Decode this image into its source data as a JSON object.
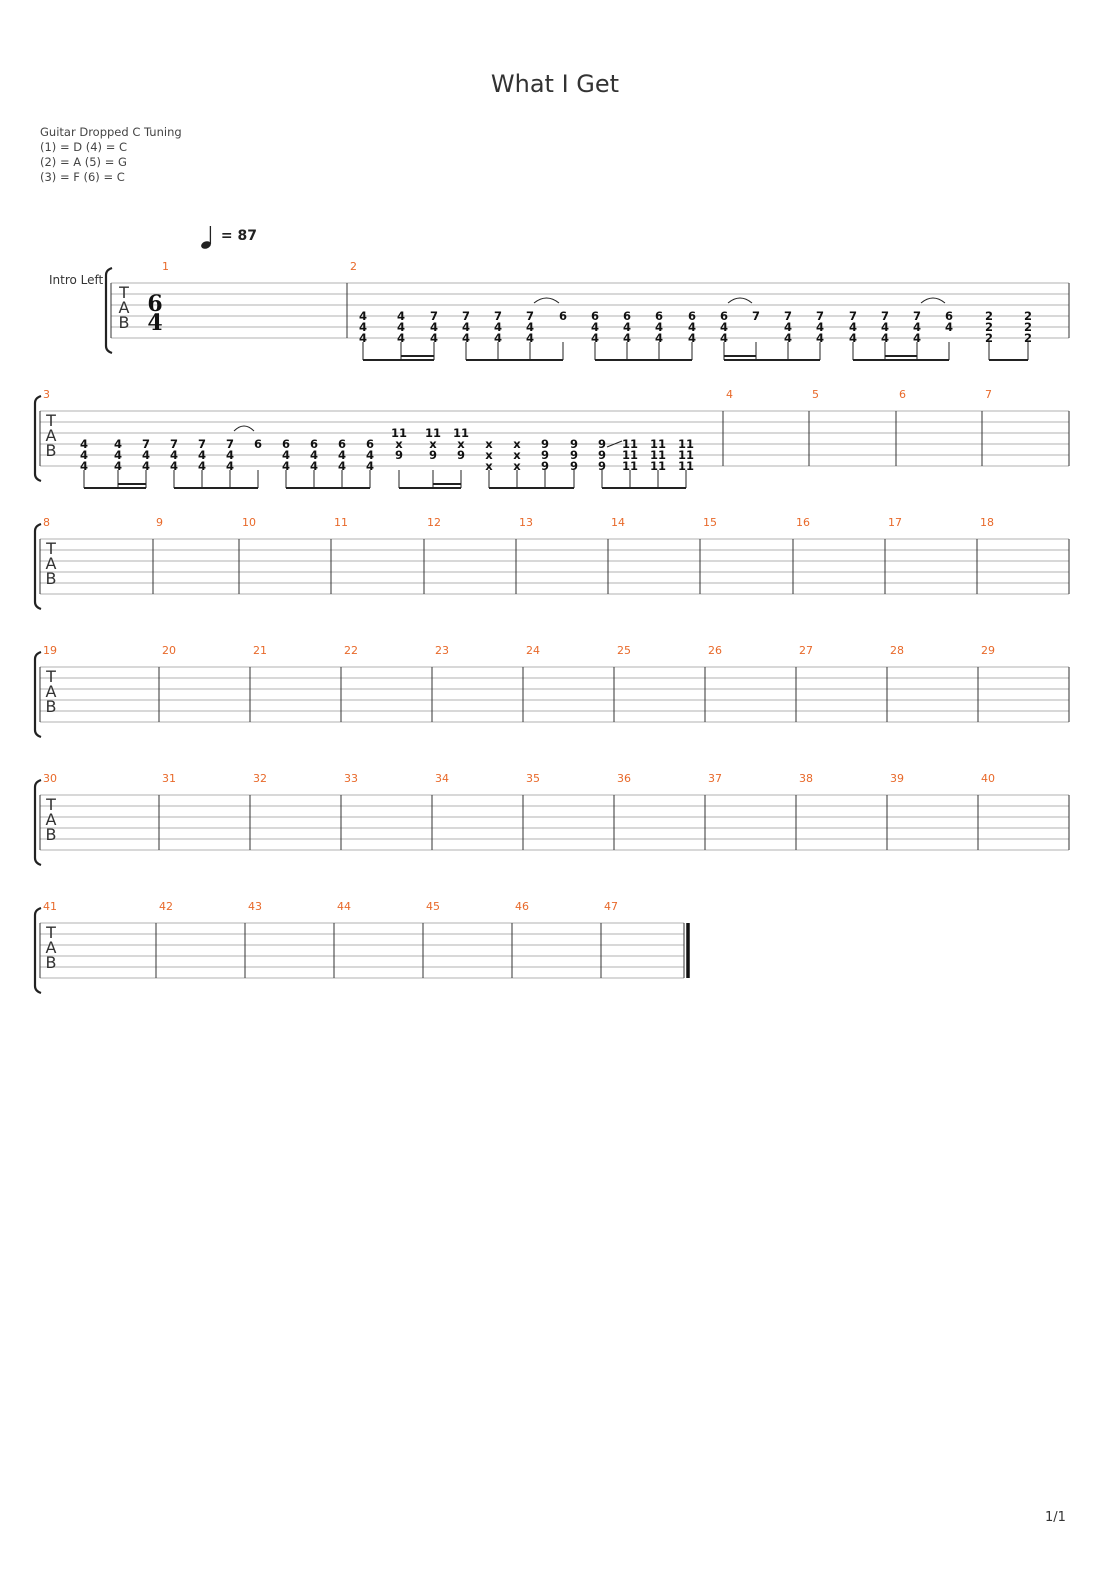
{
  "title": "What I Get",
  "tuning": {
    "instrument": "Guitar Dropped C Tuning",
    "lines": [
      "(1) = D (4) = C",
      "(2) = A (5) = G",
      "(3) = F  (6) = C"
    ]
  },
  "tempo": {
    "bpm": "87"
  },
  "track_label": "Intro Left",
  "time_signature": {
    "top": "6",
    "bottom": "4"
  },
  "tab_letters": [
    "T",
    "A",
    "B"
  ],
  "page_number": "1/1",
  "colors": {
    "measure_number": "#e8692a",
    "staff_line": "#999999",
    "text": "#222222"
  },
  "systems": [
    {
      "first_measure": 1,
      "measures": [
        {
          "number": "1",
          "notes": []
        },
        {
          "number": "2",
          "notes": [
            [
              "4",
              "4",
              "4"
            ],
            [
              "4",
              "4",
              "4"
            ],
            [
              "7",
              "4",
              "4"
            ],
            [
              "7",
              "4",
              "4"
            ],
            [
              "7",
              "4",
              "4"
            ],
            [
              "7",
              "4",
              "4"
            ],
            [
              "6",
              "",
              ""
            ],
            [
              "6",
              "4",
              "4"
            ],
            [
              "6",
              "4",
              "4"
            ],
            [
              "6",
              "4",
              "4"
            ],
            [
              "6",
              "4",
              "4"
            ],
            [
              "6",
              "4",
              "4"
            ],
            [
              "7",
              "",
              ""
            ],
            [
              "7",
              "4",
              "4"
            ],
            [
              "7",
              "4",
              "4"
            ],
            [
              "7",
              "4",
              "4"
            ],
            [
              "7",
              "4",
              "4"
            ],
            [
              "7",
              "4",
              "4"
            ],
            [
              "6",
              "4",
              ""
            ],
            [
              "2",
              "2",
              "2"
            ],
            [
              "2",
              "2",
              "2"
            ]
          ]
        }
      ]
    },
    {
      "first_measure": 3,
      "measures": [
        {
          "number": "3",
          "notes": [
            [
              "4",
              "4",
              "4"
            ],
            [
              "4",
              "4",
              "4"
            ],
            [
              "7",
              "4",
              "4"
            ],
            [
              "7",
              "4",
              "4"
            ],
            [
              "7",
              "4",
              "4"
            ],
            [
              "7",
              "4",
              "4"
            ],
            [
              "6",
              "",
              ""
            ],
            [
              "6",
              "4",
              "4"
            ],
            [
              "6",
              "4",
              "4"
            ],
            [
              "6",
              "4",
              "4"
            ],
            [
              "6",
              "4",
              "4"
            ],
            [
              "11",
              "x",
              "9"
            ],
            [
              "11",
              "x",
              "9"
            ],
            [
              "11",
              "x",
              "9"
            ],
            [
              "x",
              "x",
              "x"
            ],
            [
              "x",
              "x",
              "x"
            ],
            [
              "9",
              "9",
              "9"
            ],
            [
              "9",
              "9",
              "9"
            ],
            [
              "9",
              "9",
              "9"
            ],
            [
              "11",
              "11",
              "11"
            ],
            [
              "11",
              "11",
              "11"
            ],
            [
              "11",
              "11",
              "11"
            ]
          ]
        },
        {
          "number": "4",
          "notes": []
        },
        {
          "number": "5",
          "notes": []
        },
        {
          "number": "6",
          "notes": []
        },
        {
          "number": "7",
          "notes": []
        }
      ]
    },
    {
      "first_measure": 8,
      "measures": [
        {
          "number": "8",
          "notes": []
        },
        {
          "number": "9",
          "notes": []
        },
        {
          "number": "10",
          "notes": []
        },
        {
          "number": "11",
          "notes": []
        },
        {
          "number": "12",
          "notes": []
        },
        {
          "number": "13",
          "notes": []
        },
        {
          "number": "14",
          "notes": []
        },
        {
          "number": "15",
          "notes": []
        },
        {
          "number": "16",
          "notes": []
        },
        {
          "number": "17",
          "notes": []
        },
        {
          "number": "18",
          "notes": []
        }
      ]
    },
    {
      "first_measure": 19,
      "measures": [
        {
          "number": "19",
          "notes": []
        },
        {
          "number": "20",
          "notes": []
        },
        {
          "number": "21",
          "notes": []
        },
        {
          "number": "22",
          "notes": []
        },
        {
          "number": "23",
          "notes": []
        },
        {
          "number": "24",
          "notes": []
        },
        {
          "number": "25",
          "notes": []
        },
        {
          "number": "26",
          "notes": []
        },
        {
          "number": "27",
          "notes": []
        },
        {
          "number": "28",
          "notes": []
        },
        {
          "number": "29",
          "notes": []
        }
      ]
    },
    {
      "first_measure": 30,
      "measures": [
        {
          "number": "30",
          "notes": []
        },
        {
          "number": "31",
          "notes": []
        },
        {
          "number": "32",
          "notes": []
        },
        {
          "number": "33",
          "notes": []
        },
        {
          "number": "34",
          "notes": []
        },
        {
          "number": "35",
          "notes": []
        },
        {
          "number": "36",
          "notes": []
        },
        {
          "number": "37",
          "notes": []
        },
        {
          "number": "38",
          "notes": []
        },
        {
          "number": "39",
          "notes": []
        },
        {
          "number": "40",
          "notes": []
        }
      ]
    },
    {
      "first_measure": 41,
      "measures": [
        {
          "number": "41",
          "notes": []
        },
        {
          "number": "42",
          "notes": []
        },
        {
          "number": "43",
          "notes": []
        },
        {
          "number": "44",
          "notes": []
        },
        {
          "number": "45",
          "notes": []
        },
        {
          "number": "46",
          "notes": []
        },
        {
          "number": "47",
          "notes": []
        }
      ]
    }
  ]
}
